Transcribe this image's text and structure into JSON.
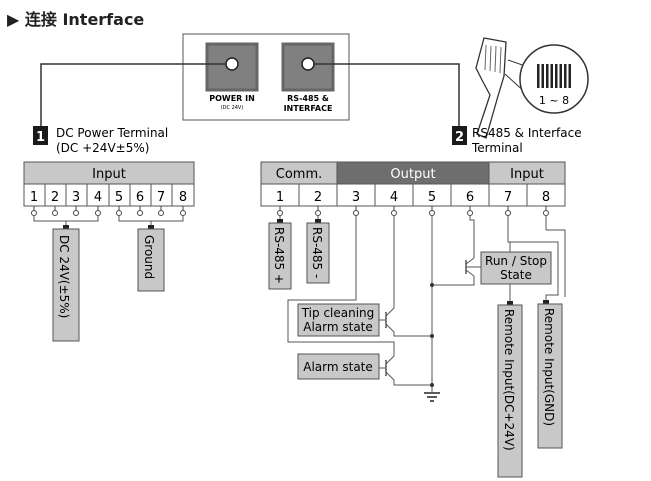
{
  "title": "▶ 连接 Interface",
  "device": {
    "power_label": "POWER IN",
    "power_sub": "(DC 24V)",
    "rs_label_1": "RS-485 &",
    "rs_label_2": "INTERFACE"
  },
  "section1": {
    "badge": "1",
    "title_1": "DC Power Terminal",
    "title_2": "(DC +24V±5%)",
    "header": "Input",
    "pins": [
      "1",
      "2",
      "3",
      "4",
      "5",
      "6",
      "7",
      "8"
    ],
    "label_dc": "DC 24V(±5%)",
    "label_ground": "Ground"
  },
  "section2": {
    "badge": "2",
    "title_1": "RS485 & Interface",
    "title_2": "Terminal",
    "header_comm": "Comm.",
    "header_output": "Output",
    "header_input": "Input",
    "pins": [
      "1",
      "2",
      "3",
      "4",
      "5",
      "6",
      "7",
      "8"
    ],
    "label_rs_plus": "RS-485 +",
    "label_rs_minus": "RS-485 -",
    "run_stop_1": "Run / Stop",
    "run_stop_2": "State",
    "tip_1": "Tip cleaning",
    "tip_2": "Alarm state",
    "alarm": "Alarm state",
    "remote_dc": "Remote Input(DC+24V)",
    "remote_gnd": "Remote Input(GND)"
  },
  "connector": {
    "range": "1 ~ 8"
  },
  "colors": {
    "header_fill": "#c8c8c8",
    "header_dark": "#6e6e6e",
    "label_fill": "#c8c8c8",
    "badge": "#1a1a1a",
    "port_fill": "#808080"
  }
}
